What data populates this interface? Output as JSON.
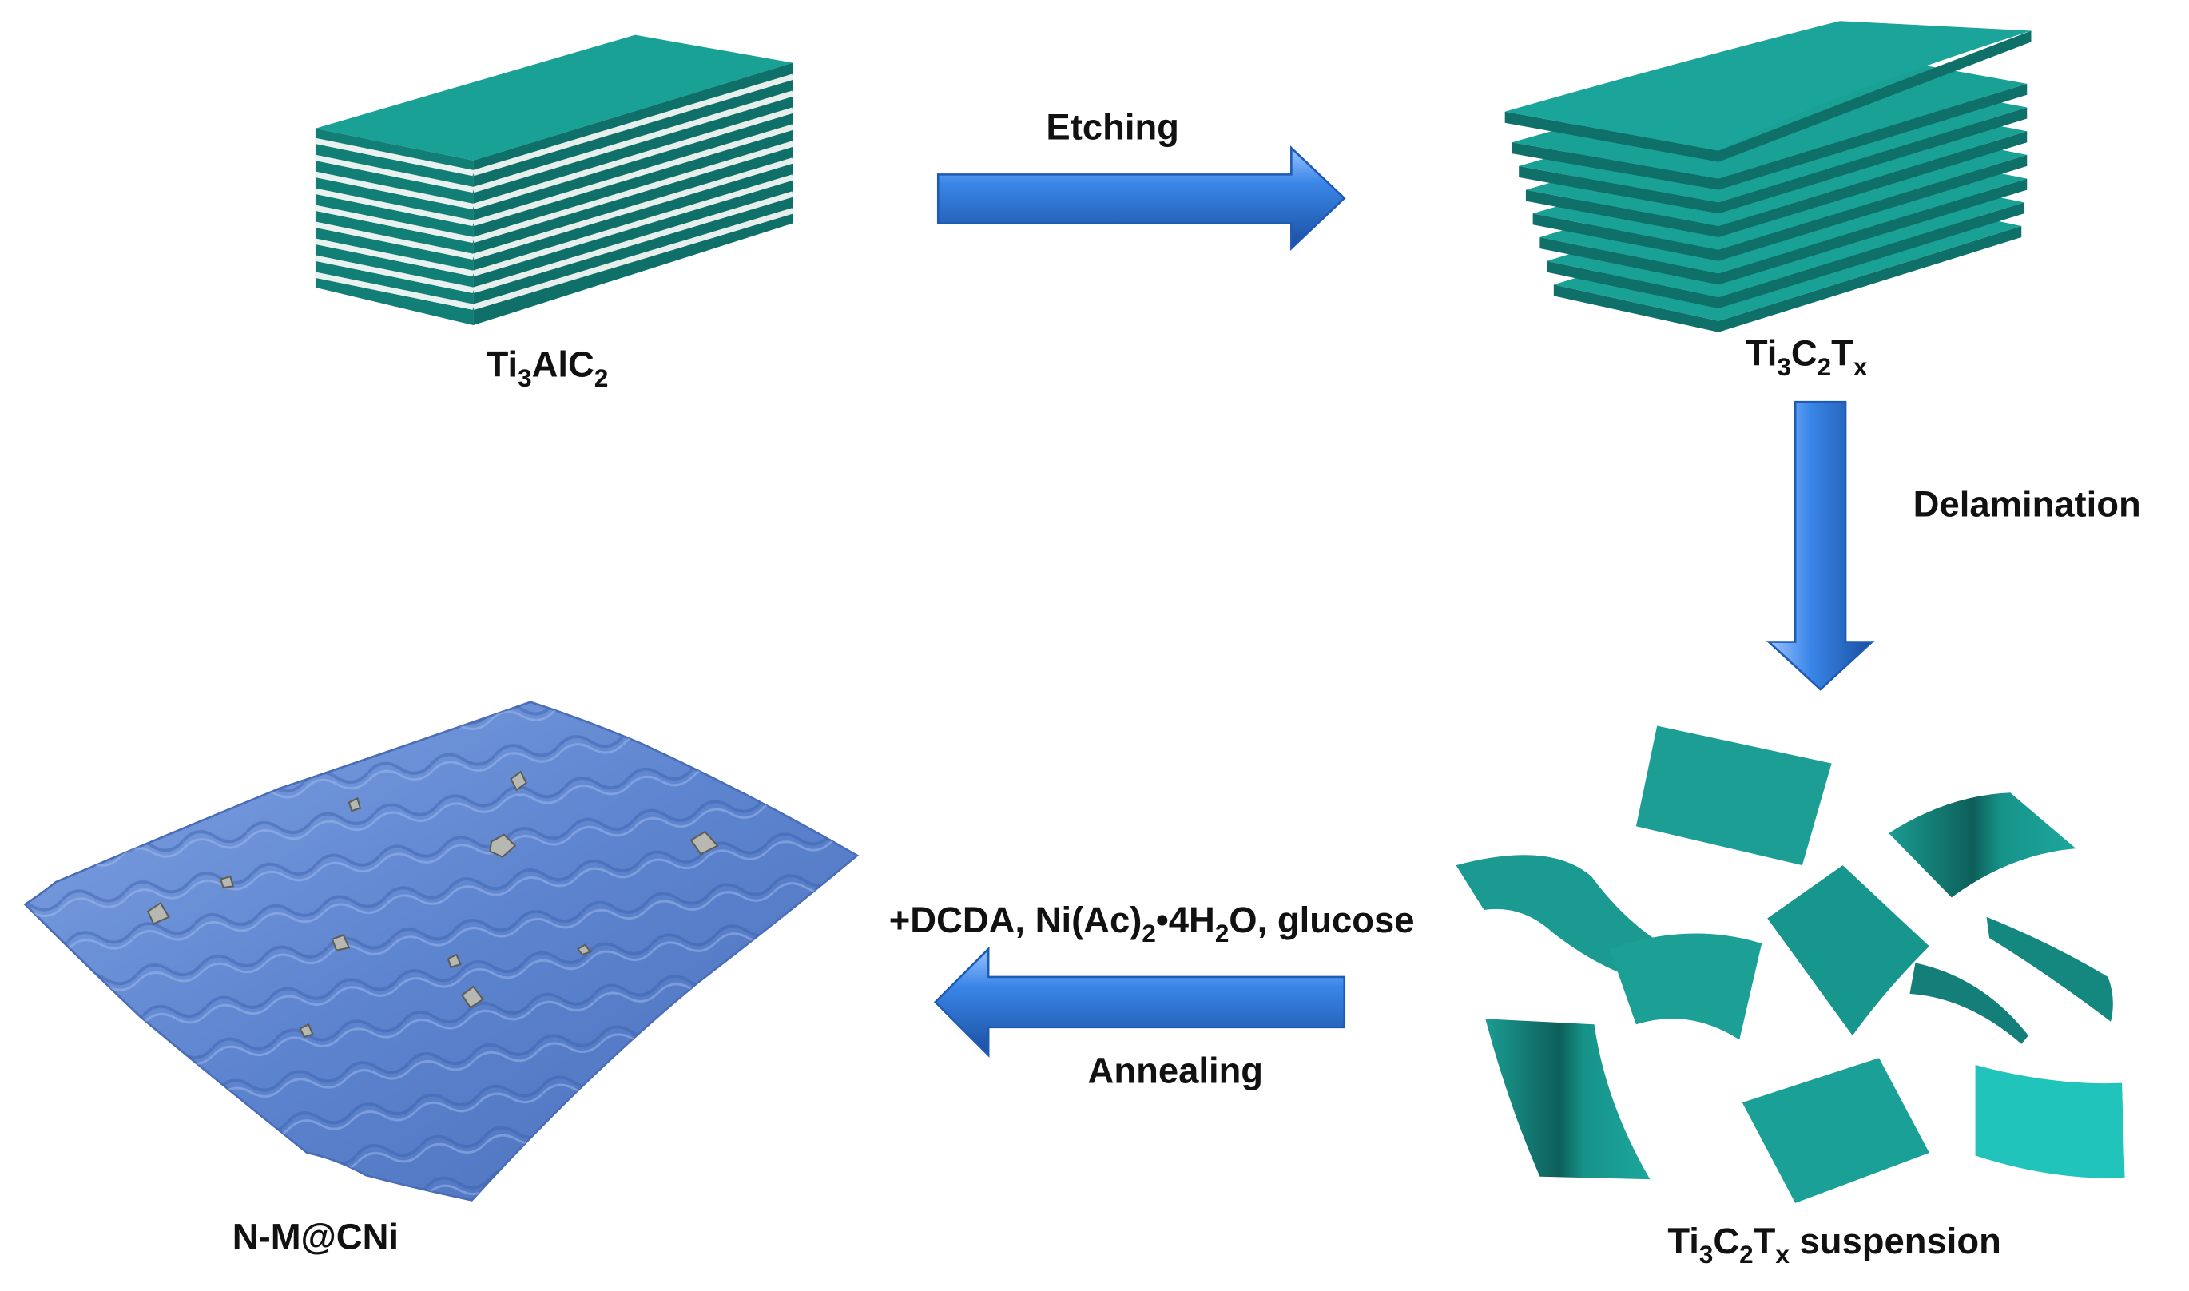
{
  "figure": {
    "materials": {
      "max_phase": {
        "label": "Ti",
        "sub": "3",
        "label2": "AlC",
        "sub2": "2"
      },
      "mxene": {
        "label": "Ti",
        "sub": "3",
        "label2": "C",
        "sub2": "2",
        "label3": "T",
        "sub3": "x"
      },
      "suspension": {
        "label": "Ti",
        "sub": "3",
        "label2": "C",
        "sub2": "2",
        "label3": "T",
        "sub3": "x",
        "tail": " suspension"
      },
      "product": {
        "label": "N-M@CNi"
      }
    },
    "steps": {
      "etching": "Etching",
      "delamination": "Delamination",
      "reagents": {
        "p1": "+DCDA, Ni(Ac)",
        "s1": "2",
        "p2": "•4H",
        "s2": "2",
        "p3": "O, glucose"
      },
      "annealing": "Annealing"
    },
    "colors": {
      "mxene_teal": "#1a9e94",
      "mxene_dark": "#0f6f69",
      "arrow_blue": "#2f78d6",
      "arrow_dark": "#1c55a8",
      "carbon_blue": "#6a8fd6"
    }
  }
}
